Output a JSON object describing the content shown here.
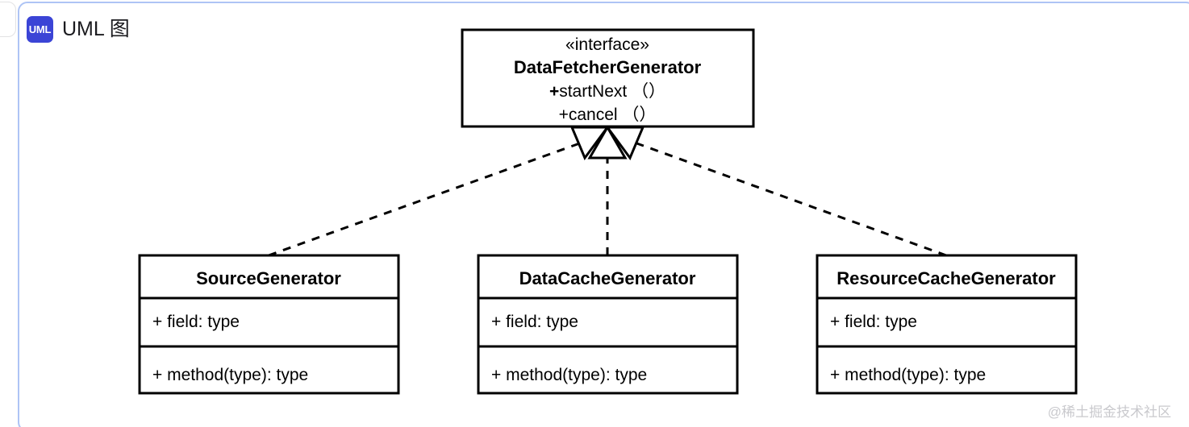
{
  "card": {
    "badge_text": "UML",
    "badge_color": "#3b44d6",
    "title": "UML 图",
    "border_color": "#aec4f5"
  },
  "watermark": "@稀土掘金技术社区",
  "diagram": {
    "type": "uml-class-diagram",
    "interface": {
      "stereotype": "«interface»",
      "name": "DataFetcherGenerator",
      "operations": [
        {
          "visibility": "+",
          "label": "startNext （）",
          "bold_visibility": true
        },
        {
          "visibility": "+",
          "label": "cancel （）",
          "bold_visibility": false
        }
      ]
    },
    "classes": [
      {
        "name": "SourceGenerator",
        "field": "+ field: type",
        "method": "+ method(type): type"
      },
      {
        "name": "DataCacheGenerator",
        "field": "+ field: type",
        "method": "+ method(type): type"
      },
      {
        "name": "ResourceCacheGenerator",
        "field": "+ field: type",
        "method": "+ method(type): type"
      }
    ],
    "relationships": [
      {
        "from": "SourceGenerator",
        "to": "DataFetcherGenerator",
        "kind": "realization",
        "line": "dashed",
        "arrow": "hollow-triangle"
      },
      {
        "from": "DataCacheGenerator",
        "to": "DataFetcherGenerator",
        "kind": "realization",
        "line": "dashed",
        "arrow": "hollow-triangle"
      },
      {
        "from": "ResourceCacheGenerator",
        "to": "DataFetcherGenerator",
        "kind": "realization",
        "line": "dashed",
        "arrow": "hollow-triangle"
      }
    ]
  }
}
